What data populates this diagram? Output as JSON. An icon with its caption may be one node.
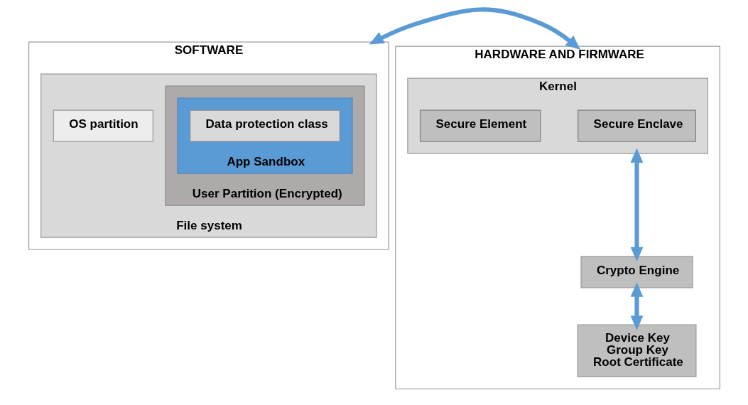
{
  "diagram": {
    "nodes": [
      {
        "text": [
          "SOFTWARE"
        ]
      },
      {
        "text": [
          "File system"
        ],
        "in": 0
      },
      {
        "text": [
          "User Partition (Encrypted)"
        ],
        "in": 1
      },
      {
        "text": [
          "App Sandbox"
        ],
        "in": 2
      },
      {
        "text": [
          "Data protection class"
        ],
        "in": 3
      },
      {
        "text": [
          "OS partition"
        ],
        "in": 1
      },
      {
        "text": [
          "HARDWARE AND FIRMWARE"
        ]
      },
      {
        "text": [
          "Kernel"
        ],
        "in": 6
      },
      {
        "text": [
          "Secure Enclave"
        ],
        "in": 7
      },
      {
        "text": [
          "Secure Element"
        ],
        "in": 7
      },
      {
        "text": [
          "Crypto Engine"
        ],
        "in": 6
      },
      {
        "text": [
          "Device Key",
          "Group Key",
          "Root Certificate"
        ],
        "in": 6
      }
    ],
    "edges": [
      {
        "from": 0,
        "to": 6,
        "arrow": "both"
      },
      {
        "from": 7,
        "to": 10,
        "arrow": "both"
      },
      {
        "from": 10,
        "to": 11,
        "arrow": "both"
      }
    ]
  }
}
